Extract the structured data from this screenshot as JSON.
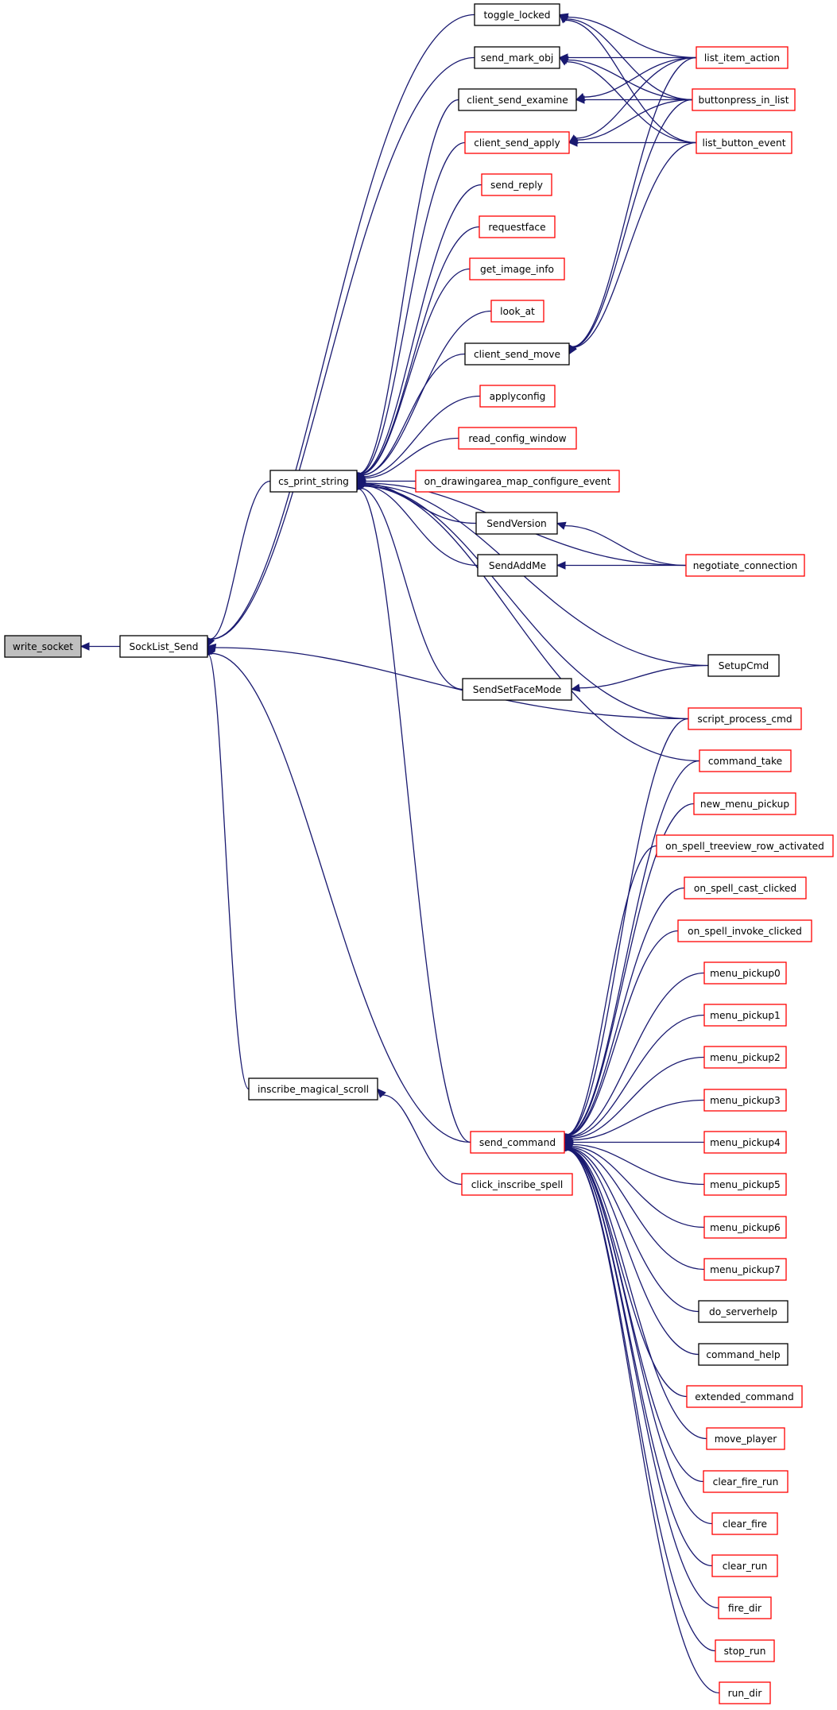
{
  "graph": {
    "kind": "caller-graph",
    "colors": {
      "edge": "#191970",
      "node_border_default": "#000000",
      "node_border_truncated": "#ff0000",
      "current_node_fill": "#bfbfbf",
      "background": "#ffffff"
    },
    "nodes": [
      {
        "id": "write_socket",
        "label": "write_socket",
        "style": "current"
      },
      {
        "id": "SockList_Send",
        "label": "SockList_Send",
        "style": "black"
      },
      {
        "id": "toggle_locked",
        "label": "toggle_locked",
        "style": "black"
      },
      {
        "id": "send_mark_obj",
        "label": "send_mark_obj",
        "style": "black"
      },
      {
        "id": "client_send_examine",
        "label": "client_send_examine",
        "style": "black"
      },
      {
        "id": "client_send_apply",
        "label": "client_send_apply",
        "style": "red"
      },
      {
        "id": "send_reply",
        "label": "send_reply",
        "style": "red"
      },
      {
        "id": "requestface",
        "label": "requestface",
        "style": "red"
      },
      {
        "id": "get_image_info",
        "label": "get_image_info",
        "style": "red"
      },
      {
        "id": "look_at",
        "label": "look_at",
        "style": "red"
      },
      {
        "id": "client_send_move",
        "label": "client_send_move",
        "style": "black"
      },
      {
        "id": "applyconfig",
        "label": "applyconfig",
        "style": "red"
      },
      {
        "id": "read_config_window",
        "label": "read_config_window",
        "style": "red"
      },
      {
        "id": "cs_print_string",
        "label": "cs_print_string",
        "style": "black"
      },
      {
        "id": "on_drawingarea_map_configure_event",
        "label": "on_drawingarea_map_configure_event",
        "style": "red"
      },
      {
        "id": "SendVersion",
        "label": "SendVersion",
        "style": "black"
      },
      {
        "id": "SendAddMe",
        "label": "SendAddMe",
        "style": "black"
      },
      {
        "id": "negotiate_connection",
        "label": "negotiate_connection",
        "style": "red"
      },
      {
        "id": "SetupCmd",
        "label": "SetupCmd",
        "style": "black"
      },
      {
        "id": "SendSetFaceMode",
        "label": "SendSetFaceMode",
        "style": "black"
      },
      {
        "id": "script_process_cmd",
        "label": "script_process_cmd",
        "style": "red"
      },
      {
        "id": "command_take",
        "label": "command_take",
        "style": "red"
      },
      {
        "id": "new_menu_pickup",
        "label": "new_menu_pickup",
        "style": "red"
      },
      {
        "id": "on_spell_treeview_row_activated",
        "label": "on_spell_treeview_row_activated",
        "style": "red"
      },
      {
        "id": "on_spell_cast_clicked",
        "label": "on_spell_cast_clicked",
        "style": "red"
      },
      {
        "id": "on_spell_invoke_clicked",
        "label": "on_spell_invoke_clicked",
        "style": "red"
      },
      {
        "id": "list_item_action",
        "label": "list_item_action",
        "style": "red"
      },
      {
        "id": "buttonpress_in_list",
        "label": "buttonpress_in_list",
        "style": "red"
      },
      {
        "id": "list_button_event",
        "label": "list_button_event",
        "style": "red"
      },
      {
        "id": "menu_pickup0",
        "label": "menu_pickup0",
        "style": "red"
      },
      {
        "id": "menu_pickup1",
        "label": "menu_pickup1",
        "style": "red"
      },
      {
        "id": "menu_pickup2",
        "label": "menu_pickup2",
        "style": "red"
      },
      {
        "id": "menu_pickup3",
        "label": "menu_pickup3",
        "style": "red"
      },
      {
        "id": "inscribe_magical_scroll",
        "label": "inscribe_magical_scroll",
        "style": "black"
      },
      {
        "id": "send_command",
        "label": "send_command",
        "style": "red"
      },
      {
        "id": "click_inscribe_spell",
        "label": "click_inscribe_spell",
        "style": "red"
      },
      {
        "id": "menu_pickup4",
        "label": "menu_pickup4",
        "style": "red"
      },
      {
        "id": "menu_pickup5",
        "label": "menu_pickup5",
        "style": "red"
      },
      {
        "id": "menu_pickup6",
        "label": "menu_pickup6",
        "style": "red"
      },
      {
        "id": "menu_pickup7",
        "label": "menu_pickup7",
        "style": "red"
      },
      {
        "id": "do_serverhelp",
        "label": "do_serverhelp",
        "style": "black"
      },
      {
        "id": "command_help",
        "label": "command_help",
        "style": "black"
      },
      {
        "id": "extended_command",
        "label": "extended_command",
        "style": "red"
      },
      {
        "id": "move_player",
        "label": "move_player",
        "style": "red"
      },
      {
        "id": "clear_fire_run",
        "label": "clear_fire_run",
        "style": "red"
      },
      {
        "id": "clear_fire",
        "label": "clear_fire",
        "style": "red"
      },
      {
        "id": "clear_run",
        "label": "clear_run",
        "style": "red"
      },
      {
        "id": "fire_dir",
        "label": "fire_dir",
        "style": "red"
      },
      {
        "id": "stop_run",
        "label": "stop_run",
        "style": "red"
      },
      {
        "id": "run_dir",
        "label": "run_dir",
        "style": "red"
      }
    ],
    "edges": [
      {
        "from": "SockList_Send",
        "to": "write_socket"
      },
      {
        "from": "toggle_locked",
        "to": "SockList_Send"
      },
      {
        "from": "send_mark_obj",
        "to": "SockList_Send"
      },
      {
        "from": "cs_print_string",
        "to": "SockList_Send"
      },
      {
        "from": "script_process_cmd",
        "to": "SockList_Send"
      },
      {
        "from": "inscribe_magical_scroll",
        "to": "SockList_Send"
      },
      {
        "from": "send_command",
        "to": "SockList_Send"
      },
      {
        "from": "list_item_action",
        "to": "toggle_locked"
      },
      {
        "from": "buttonpress_in_list",
        "to": "toggle_locked"
      },
      {
        "from": "list_button_event",
        "to": "toggle_locked"
      },
      {
        "from": "list_item_action",
        "to": "send_mark_obj"
      },
      {
        "from": "buttonpress_in_list",
        "to": "send_mark_obj"
      },
      {
        "from": "list_button_event",
        "to": "send_mark_obj"
      },
      {
        "from": "client_send_examine",
        "to": "cs_print_string"
      },
      {
        "from": "client_send_apply",
        "to": "cs_print_string"
      },
      {
        "from": "send_reply",
        "to": "cs_print_string"
      },
      {
        "from": "requestface",
        "to": "cs_print_string"
      },
      {
        "from": "get_image_info",
        "to": "cs_print_string"
      },
      {
        "from": "look_at",
        "to": "cs_print_string"
      },
      {
        "from": "client_send_move",
        "to": "cs_print_string"
      },
      {
        "from": "applyconfig",
        "to": "cs_print_string"
      },
      {
        "from": "read_config_window",
        "to": "cs_print_string"
      },
      {
        "from": "on_drawingarea_map_configure_event",
        "to": "cs_print_string"
      },
      {
        "from": "SendVersion",
        "to": "cs_print_string"
      },
      {
        "from": "SendAddMe",
        "to": "cs_print_string"
      },
      {
        "from": "negotiate_connection",
        "to": "cs_print_string"
      },
      {
        "from": "SetupCmd",
        "to": "cs_print_string"
      },
      {
        "from": "SendSetFaceMode",
        "to": "cs_print_string"
      },
      {
        "from": "script_process_cmd",
        "to": "cs_print_string"
      },
      {
        "from": "command_take",
        "to": "cs_print_string"
      },
      {
        "from": "send_command",
        "to": "cs_print_string"
      },
      {
        "from": "list_item_action",
        "to": "client_send_examine"
      },
      {
        "from": "buttonpress_in_list",
        "to": "client_send_examine"
      },
      {
        "from": "list_item_action",
        "to": "client_send_apply"
      },
      {
        "from": "buttonpress_in_list",
        "to": "client_send_apply"
      },
      {
        "from": "list_button_event",
        "to": "client_send_apply"
      },
      {
        "from": "list_item_action",
        "to": "client_send_move"
      },
      {
        "from": "buttonpress_in_list",
        "to": "client_send_move"
      },
      {
        "from": "list_button_event",
        "to": "client_send_move"
      },
      {
        "from": "negotiate_connection",
        "to": "SendVersion"
      },
      {
        "from": "negotiate_connection",
        "to": "SendAddMe"
      },
      {
        "from": "SetupCmd",
        "to": "SendSetFaceMode"
      },
      {
        "from": "click_inscribe_spell",
        "to": "inscribe_magical_scroll"
      },
      {
        "from": "script_process_cmd",
        "to": "send_command"
      },
      {
        "from": "command_take",
        "to": "send_command"
      },
      {
        "from": "new_menu_pickup",
        "to": "send_command"
      },
      {
        "from": "on_spell_treeview_row_activated",
        "to": "send_command"
      },
      {
        "from": "on_spell_cast_clicked",
        "to": "send_command"
      },
      {
        "from": "on_spell_invoke_clicked",
        "to": "send_command"
      },
      {
        "from": "menu_pickup0",
        "to": "send_command"
      },
      {
        "from": "menu_pickup1",
        "to": "send_command"
      },
      {
        "from": "menu_pickup2",
        "to": "send_command"
      },
      {
        "from": "menu_pickup3",
        "to": "send_command"
      },
      {
        "from": "menu_pickup4",
        "to": "send_command"
      },
      {
        "from": "menu_pickup5",
        "to": "send_command"
      },
      {
        "from": "menu_pickup6",
        "to": "send_command"
      },
      {
        "from": "menu_pickup7",
        "to": "send_command"
      },
      {
        "from": "do_serverhelp",
        "to": "send_command"
      },
      {
        "from": "command_help",
        "to": "send_command"
      },
      {
        "from": "extended_command",
        "to": "send_command"
      },
      {
        "from": "move_player",
        "to": "send_command"
      },
      {
        "from": "clear_fire_run",
        "to": "send_command"
      },
      {
        "from": "clear_fire",
        "to": "send_command"
      },
      {
        "from": "clear_run",
        "to": "send_command"
      },
      {
        "from": "fire_dir",
        "to": "send_command"
      },
      {
        "from": "stop_run",
        "to": "send_command"
      },
      {
        "from": "run_dir",
        "to": "send_command"
      }
    ]
  }
}
